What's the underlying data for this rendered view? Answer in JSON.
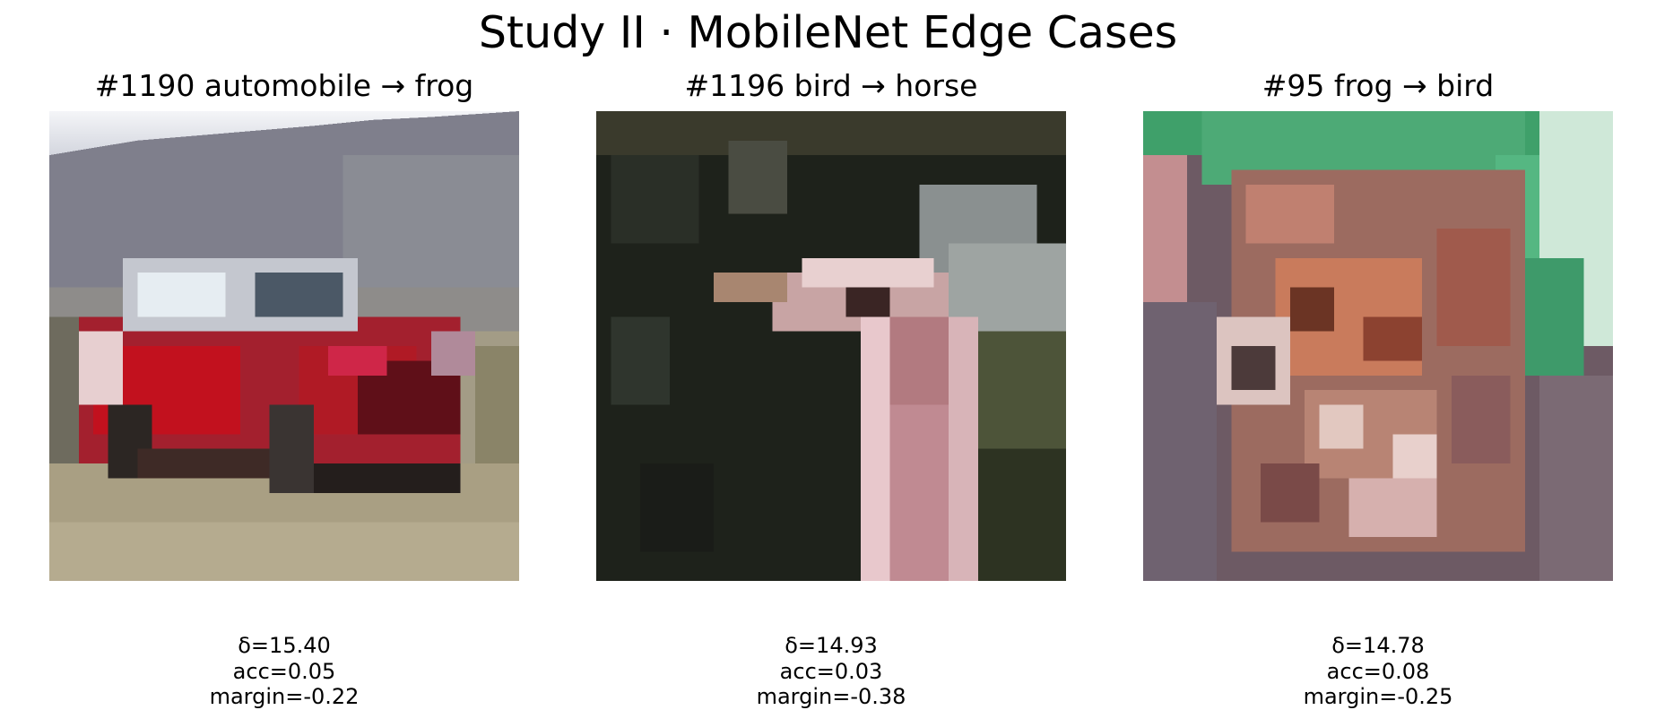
{
  "suptitle": "Study II · MobileNet Edge Cases",
  "panels": [
    {
      "title": "#1190 automobile → frog",
      "delta": "δ=15.40",
      "acc": "acc=0.05",
      "margin": "margin=-0.22",
      "image": "car-thumbnail"
    },
    {
      "title": "#1196 bird → horse",
      "delta": "δ=14.93",
      "acc": "acc=0.03",
      "margin": "margin=-0.38",
      "image": "ostrich-thumbnail"
    },
    {
      "title": "#95 frog → bird",
      "delta": "δ=14.78",
      "acc": "acc=0.08",
      "margin": "margin=-0.25",
      "image": "frog-thumbnail"
    }
  ],
  "colors": {
    "background": "#ffffff",
    "text": "#000000"
  }
}
